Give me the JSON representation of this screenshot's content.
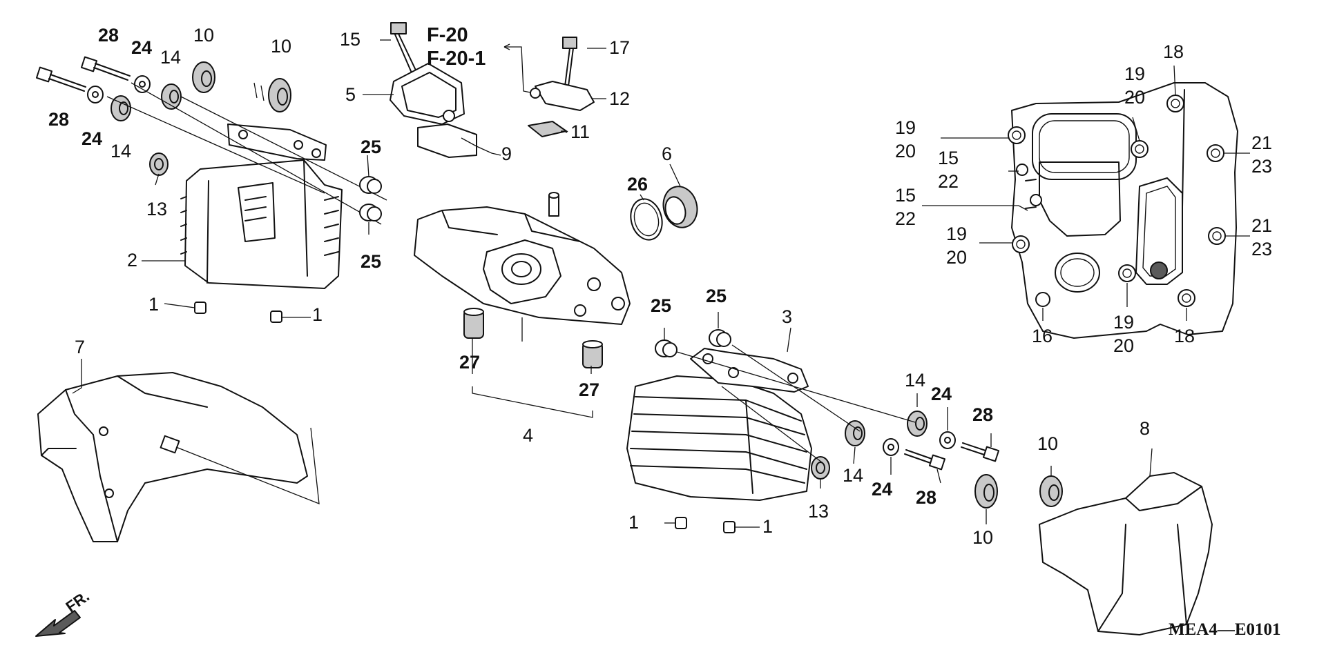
{
  "callouts": {
    "c1a": "1",
    "c1b": "1",
    "c1c": "1",
    "c1d": "1",
    "c2": "2",
    "c3": "3",
    "c4": "4",
    "c5": "5",
    "c6": "6",
    "c7": "7",
    "c8": "8",
    "c9": "9",
    "c10a": "10",
    "c10b": "10",
    "c10c": "10",
    "c10d": "10",
    "c11": "11",
    "c12": "12",
    "c13a": "13",
    "c13b": "13",
    "c14a": "14",
    "c14b": "14",
    "c14c": "14",
    "c14d": "14",
    "c15a": "15",
    "c15b": "15",
    "c15c": "15",
    "c16": "16",
    "c17": "17",
    "c18a": "18",
    "c18b": "18",
    "c19a": "19",
    "c19b": "19",
    "c19c": "19",
    "c19d": "19",
    "c20a": "20",
    "c20b": "20",
    "c20c": "20",
    "c20d": "20",
    "c21a": "21",
    "c21b": "21",
    "c22a": "22",
    "c22b": "22",
    "c23a": "23",
    "c23b": "23",
    "c24a": "24",
    "c24b": "24",
    "c24c": "24",
    "c24d": "24",
    "c25a": "25",
    "c25b": "25",
    "c25c": "25",
    "c25d": "25",
    "c26": "26",
    "c27a": "27",
    "c27b": "27",
    "c28a": "28",
    "c28b": "28",
    "c28c": "28",
    "c28d": "28"
  },
  "references": {
    "ref1": "F-20",
    "ref2": "F-20-1"
  },
  "diagram_code": "MEA4—E0101",
  "front_marker": "FR.",
  "colors": {
    "ink": "#111111",
    "background": "#ffffff",
    "shade": "#c9c9c9"
  }
}
